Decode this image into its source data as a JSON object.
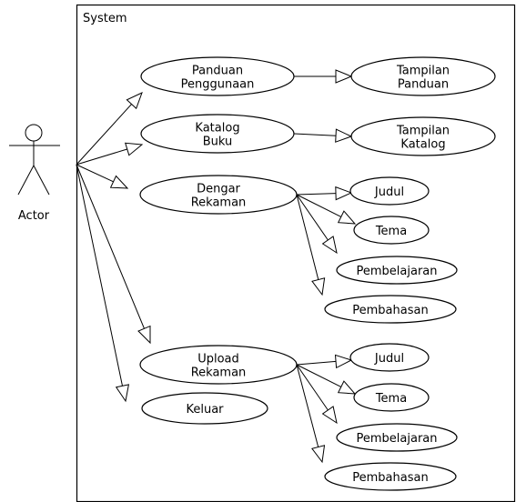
{
  "system_label": "System",
  "actor": {
    "label": "Actor"
  },
  "use_cases": {
    "panduan": {
      "lines": [
        "Panduan",
        "Penggunaan"
      ]
    },
    "tampilan_panduan": {
      "lines": [
        "Tampilan",
        "Panduan"
      ]
    },
    "katalog": {
      "lines": [
        "Katalog",
        "Buku"
      ]
    },
    "tampilan_katalog": {
      "lines": [
        "Tampilan",
        "Katalog"
      ]
    },
    "dengar": {
      "lines": [
        "Dengar",
        "Rekaman"
      ]
    },
    "dengar_judul": {
      "lines": [
        "Judul"
      ]
    },
    "dengar_tema": {
      "lines": [
        "Tema"
      ]
    },
    "dengar_pembelajaran": {
      "lines": [
        "Pembelajaran"
      ]
    },
    "dengar_pembahasan": {
      "lines": [
        "Pembahasan"
      ]
    },
    "upload": {
      "lines": [
        "Upload",
        "Rekaman"
      ]
    },
    "upload_judul": {
      "lines": [
        "Judul"
      ]
    },
    "upload_tema": {
      "lines": [
        "Tema"
      ]
    },
    "upload_pembelajaran": {
      "lines": [
        "Pembelajaran"
      ]
    },
    "upload_pembahasan": {
      "lines": [
        "Pembahasan"
      ]
    },
    "keluar": {
      "lines": [
        "Keluar"
      ]
    }
  }
}
